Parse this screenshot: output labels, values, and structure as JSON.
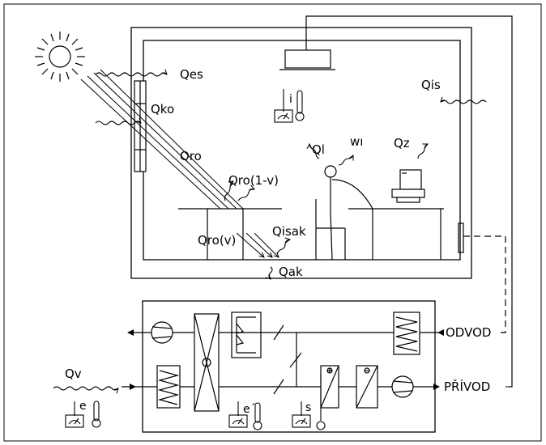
{
  "labels": {
    "qes": "Qes",
    "qko": "Qko",
    "qro": "Qro",
    "qro_1v": "Qro(1-v)",
    "qro_v": "Qro(v)",
    "qisak": "Qisak",
    "qak": "Qak",
    "qis": "Qis",
    "ql": "Ql",
    "wi": "wı",
    "qz": "Qz",
    "qv": "Qv",
    "sensor_i": "i",
    "sensor_e": "e",
    "sensor_e_prime": "e´",
    "sensor_s": "s",
    "odvod": "ODVOD",
    "privod": "PŘÍVOD"
  },
  "colors": {
    "line": "#000000",
    "background": "#ffffff"
  }
}
